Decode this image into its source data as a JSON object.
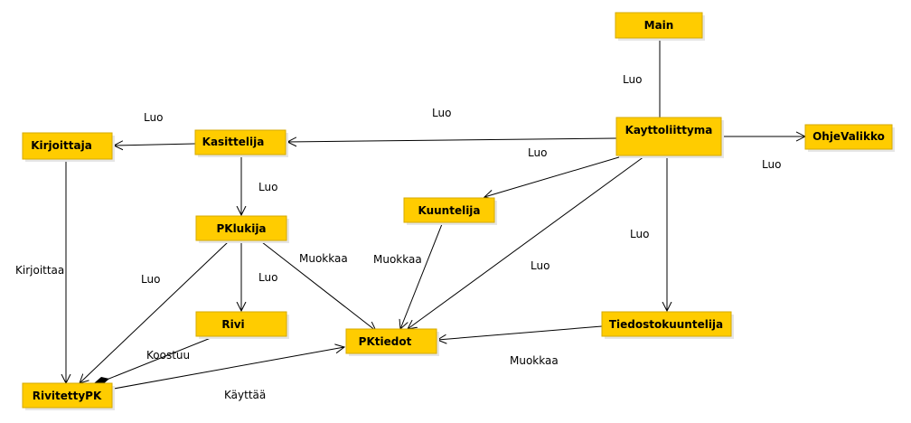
{
  "colors": {
    "node_fill": "#ffcc00",
    "line": "#000000",
    "background": "#ffffff"
  },
  "nodes": {
    "main": "Main",
    "kayttoliittyma": "Kayttoliittyma",
    "ohjevalikko": "OhjeValikko",
    "kasittelija": "Kasittelija",
    "kirjoittaja": "Kirjoittaja",
    "kuuntelija": "Kuuntelija",
    "pklukija": "PKlukija",
    "rivi": "Rivi",
    "pktiedot": "PKtiedot",
    "tiedostokuuntelija": "Tiedostokuuntelija",
    "rivitettypk": "RivitettyPK"
  },
  "edges": {
    "main_kayttoliittyma": "Luo",
    "kayttoliittyma_kasittelija": "Luo",
    "kayttoliittyma_ohjevalikko": "Luo",
    "kayttoliittyma_kuuntelija": "Luo",
    "kayttoliittyma_pktiedot": "Luo",
    "kayttoliittyma_tiedostokuuntelija": "Luo",
    "kasittelija_kirjoittaja": "Luo",
    "kasittelija_pklukija": "Luo",
    "pklukija_rivi": "Luo",
    "pklukija_rivitettypk": "Luo",
    "pklukija_pktiedot": "Muokkaa",
    "kuuntelija_pktiedot": "Muokkaa",
    "tiedostokuuntelija_pktiedot": "Muokkaa",
    "kirjoittaja_rivitettypk": "Kirjoittaa",
    "rivi_rivitettypk": "Koostuu",
    "rivitettypk_pktiedot": "Käyttää"
  }
}
